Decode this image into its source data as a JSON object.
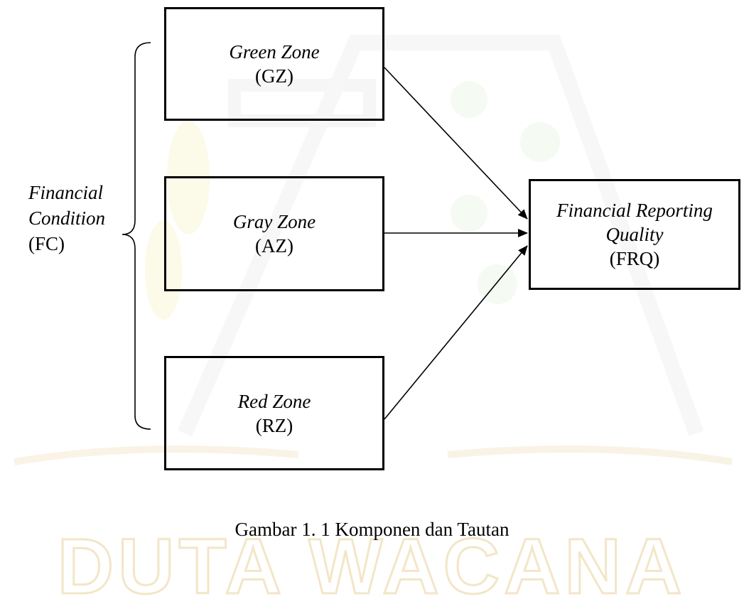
{
  "watermark": {
    "text": "DUTA WACANA",
    "color": "#f3e6c8"
  },
  "nodes": {
    "gz": {
      "name": "Green Zone",
      "abbr": "(GZ)"
    },
    "az": {
      "name": "Gray Zone",
      "abbr": "(AZ)"
    },
    "rz": {
      "name": "Red Zone",
      "abbr": "(RZ)"
    },
    "frq": {
      "name_line1": "Financial Reporting",
      "name_line2": "Quality",
      "abbr": "(FRQ)"
    }
  },
  "group": {
    "line1": "Financial",
    "line2": "Condition",
    "abbr": "(FC)"
  },
  "edges": [
    {
      "from": "gz",
      "to": "frq"
    },
    {
      "from": "az",
      "to": "frq"
    },
    {
      "from": "rz",
      "to": "frq"
    }
  ],
  "caption": "Gambar 1. 1 Komponen dan Tautan"
}
